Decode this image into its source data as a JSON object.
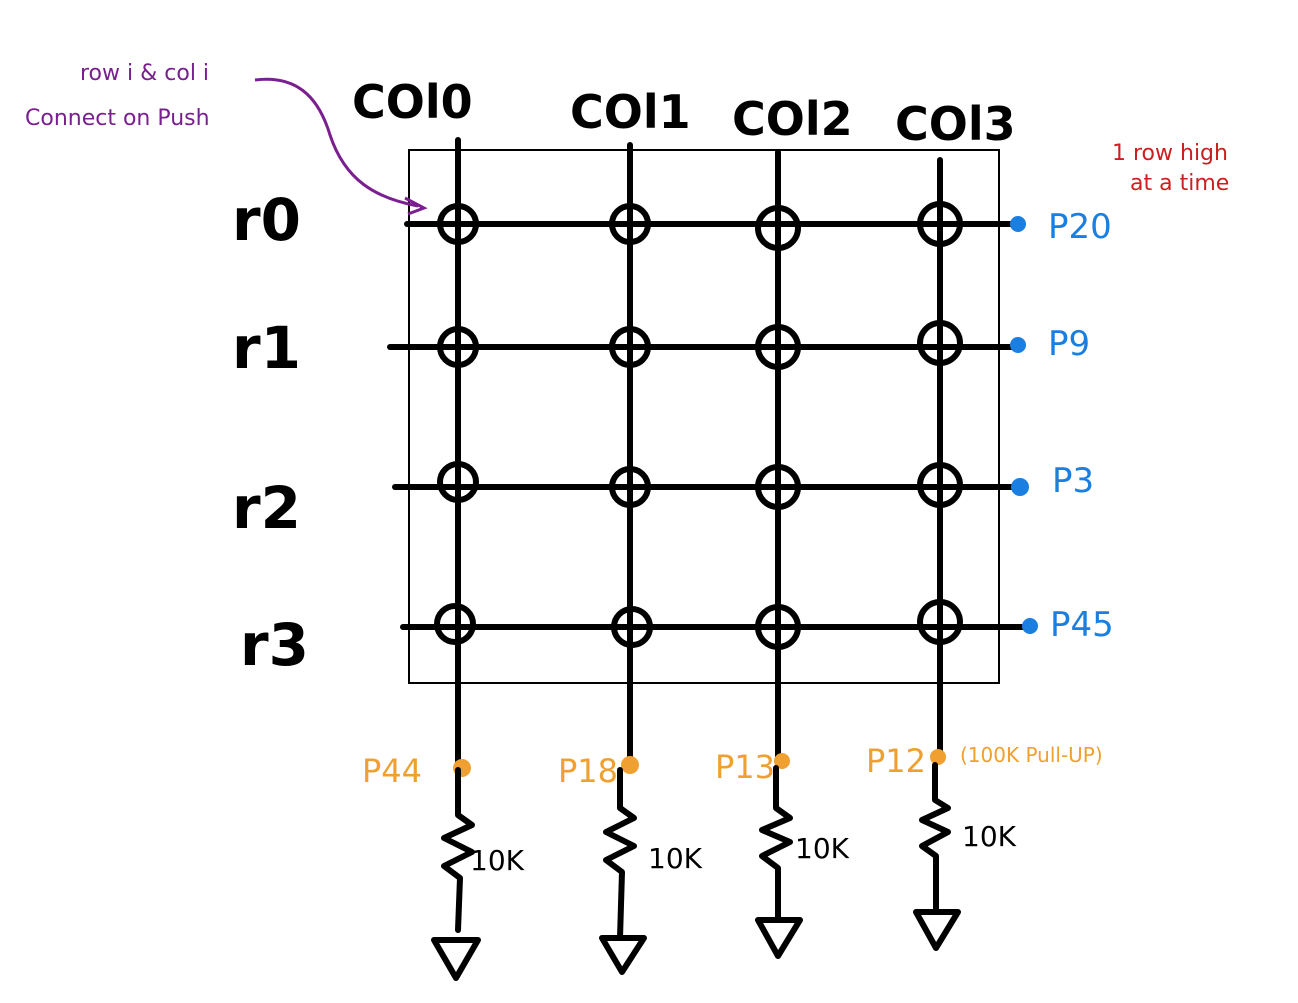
{
  "columns": [
    {
      "label": "COl0",
      "pin": "P44",
      "resistor": "10K"
    },
    {
      "label": "COl1",
      "pin": "P18",
      "resistor": "10K"
    },
    {
      "label": "COl2",
      "pin": "P13",
      "resistor": "10K"
    },
    {
      "label": "COl3",
      "pin": "P12",
      "resistor": "10K"
    }
  ],
  "rows": [
    {
      "label": "r0",
      "pin": "P20"
    },
    {
      "label": "r1",
      "pin": "P9"
    },
    {
      "label": "r2",
      "pin": "P3"
    },
    {
      "label": "r3",
      "pin": "P45"
    }
  ],
  "pullup_note": "(100K Pull-UP)",
  "annotation_connect": {
    "line1": "row i & col i",
    "line2": "Connect on Push"
  },
  "annotation_row": {
    "line1": "1 row high",
    "line2": "at a time"
  },
  "colors": {
    "wire": "#000000",
    "row_pin": "#1a7fe0",
    "col_pin": "#f0a030",
    "purple": "#7a1f8f",
    "red": "#cc1f1f"
  }
}
